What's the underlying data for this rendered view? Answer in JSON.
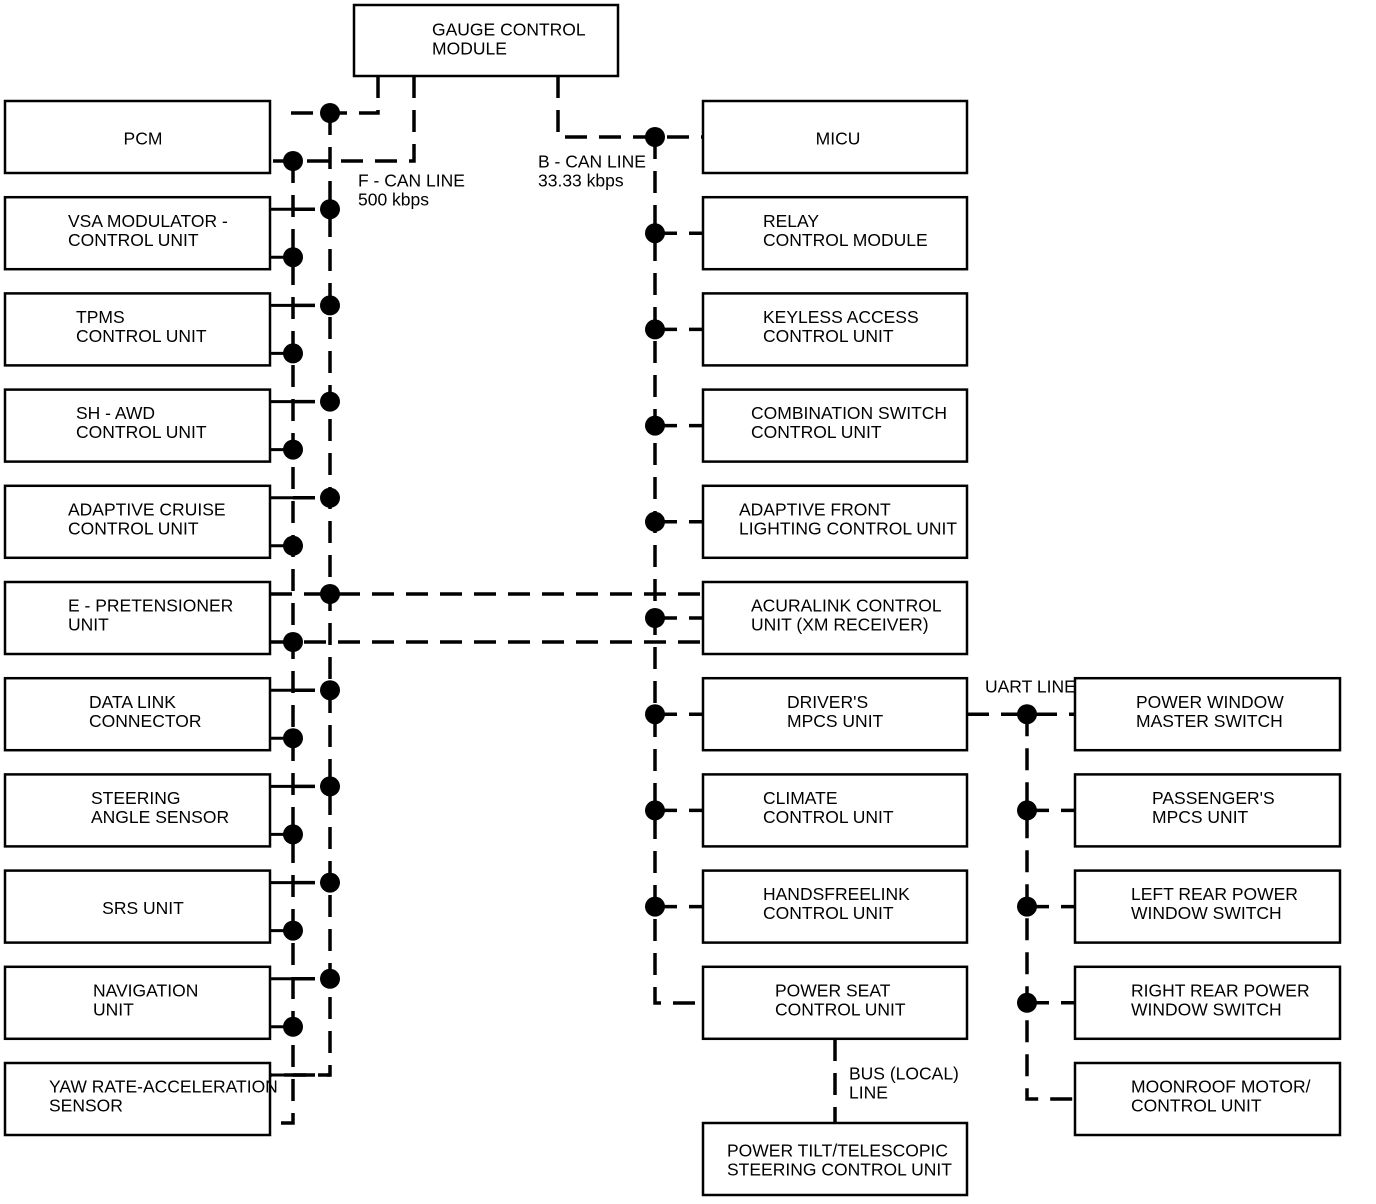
{
  "gauge_control_module": [
    "GAUGE CONTROL",
    "MODULE"
  ],
  "left_modules": [
    [
      "PCM"
    ],
    [
      "VSA MODULATOR -",
      "CONTROL UNIT"
    ],
    [
      "TPMS",
      "CONTROL UNIT"
    ],
    [
      "SH - AWD",
      "CONTROL UNIT"
    ],
    [
      "ADAPTIVE CRUISE",
      "CONTROL UNIT"
    ],
    [
      "E - PRETENSIONER",
      "UNIT"
    ],
    [
      "DATA LINK",
      "CONNECTOR"
    ],
    [
      "STEERING",
      "ANGLE SENSOR"
    ],
    [
      "SRS UNIT"
    ],
    [
      "NAVIGATION",
      "UNIT"
    ],
    [
      "YAW RATE-ACCELERATION",
      "SENSOR"
    ]
  ],
  "right_modules": [
    [
      "MICU"
    ],
    [
      "RELAY",
      "CONTROL MODULE"
    ],
    [
      "KEYLESS ACCESS",
      "CONTROL UNIT"
    ],
    [
      "COMBINATION SWITCH",
      "CONTROL UNIT"
    ],
    [
      "ADAPTIVE FRONT",
      "LIGHTING CONTROL UNIT"
    ],
    [
      "ACURALINK CONTROL",
      "UNIT (XM RECEIVER)"
    ],
    [
      "DRIVER'S",
      "MPCS UNIT"
    ],
    [
      "CLIMATE",
      "CONTROL UNIT"
    ],
    [
      "HANDSFREELINK",
      "CONTROL UNIT"
    ],
    [
      "POWER SEAT",
      "CONTROL UNIT"
    ]
  ],
  "uart_modules": [
    [
      "POWER WINDOW",
      "MASTER SWITCH"
    ],
    [
      "PASSENGER'S",
      "MPCS UNIT"
    ],
    [
      "LEFT REAR POWER",
      "WINDOW SWITCH"
    ],
    [
      "RIGHT REAR POWER",
      "WINDOW SWITCH"
    ],
    [
      "MOONROOF MOTOR/",
      "CONTROL UNIT"
    ]
  ],
  "steering_module": [
    "POWER TILT/TELESCOPIC",
    "STEERING CONTROL UNIT"
  ],
  "labels": {
    "f_can": [
      "F - CAN LINE",
      "500 kbps"
    ],
    "b_can": [
      "B - CAN LINE",
      "33.33 kbps"
    ],
    "uart": [
      "UART LINE"
    ],
    "bus_local": [
      "BUS (LOCAL)",
      "LINE"
    ]
  }
}
